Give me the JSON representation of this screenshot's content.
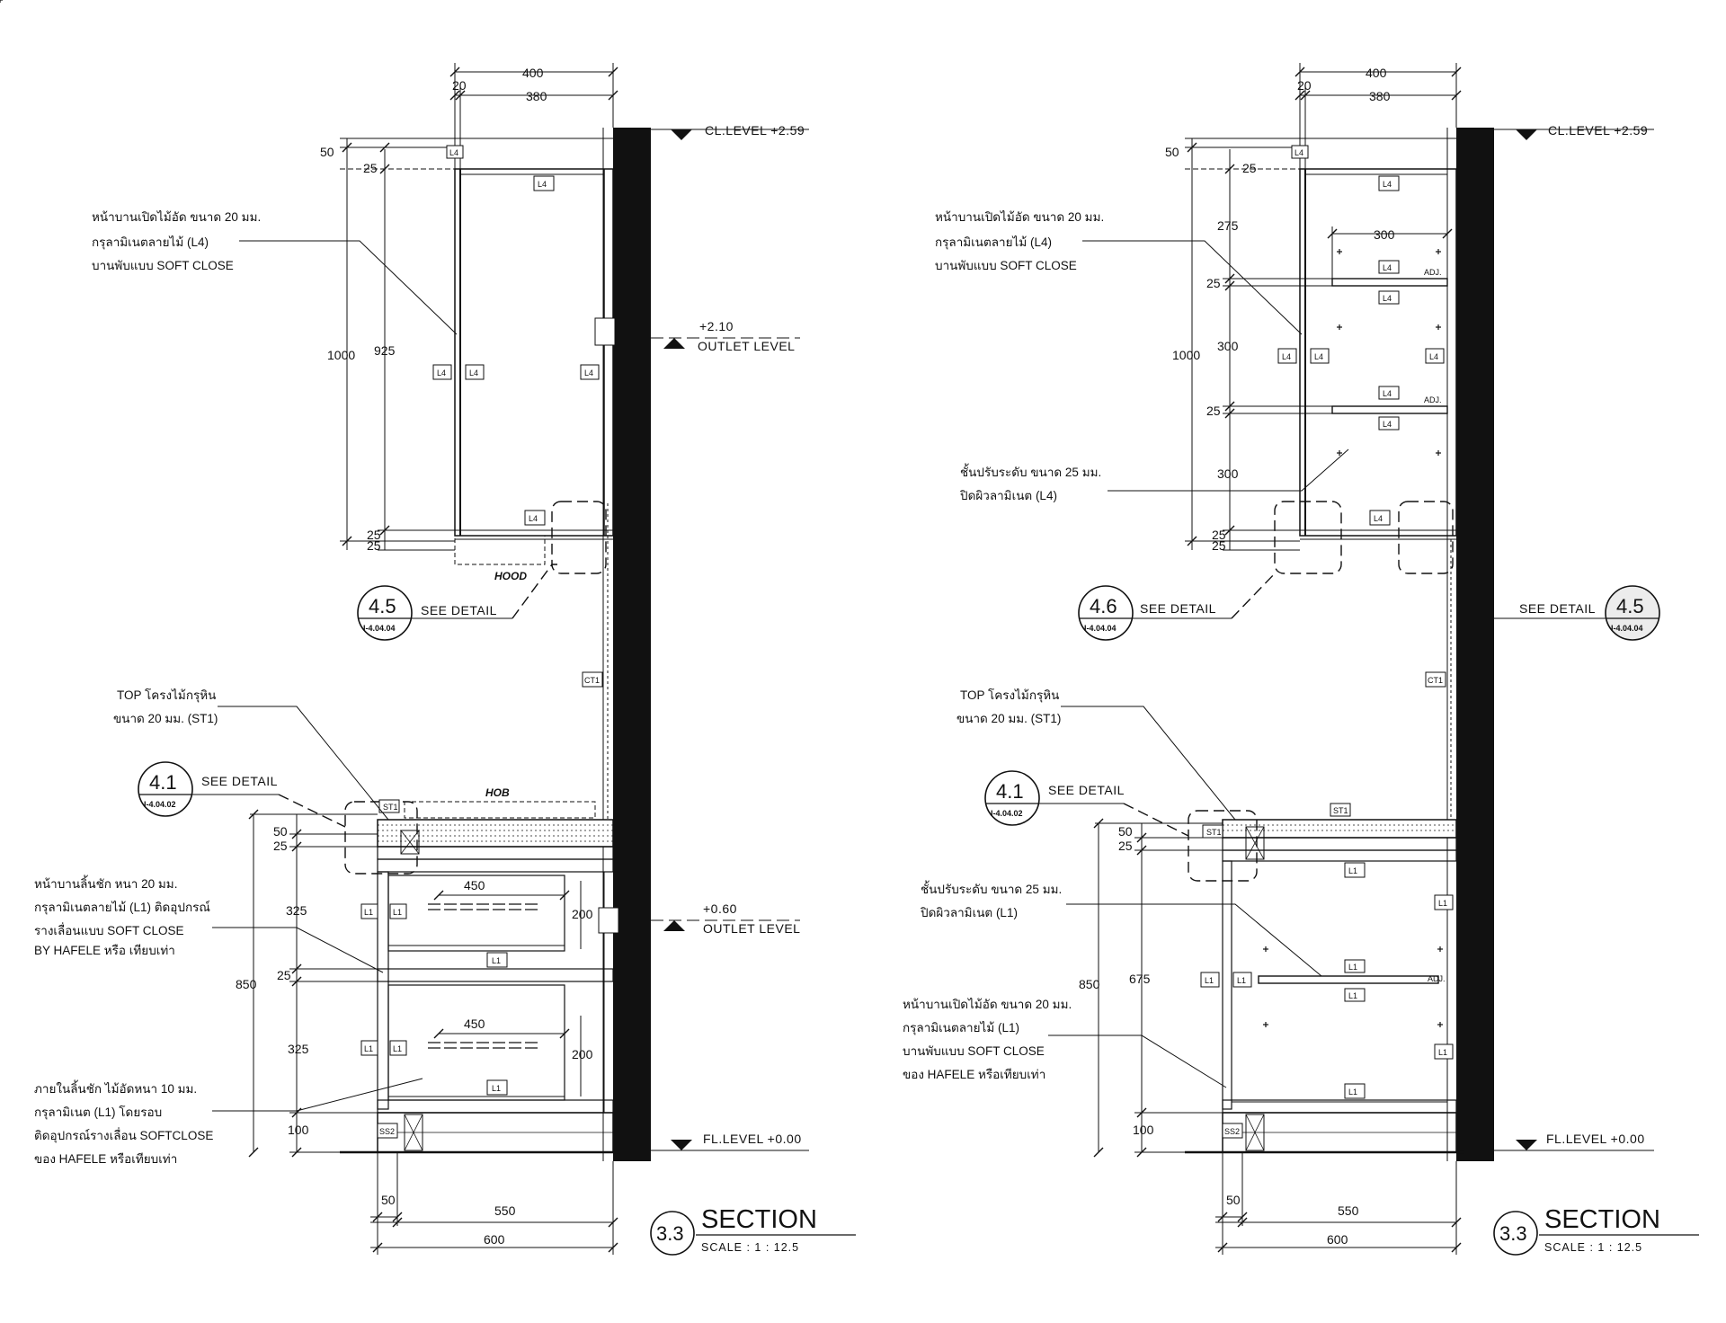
{
  "left": {
    "top_dims": [
      "400",
      "20",
      "380"
    ],
    "dims_upper": {
      "d50": "50",
      "d25a": "25",
      "d1000": "1000",
      "d925": "925",
      "d25b": "25",
      "d25c": "25"
    },
    "dims_lower": {
      "d50": "50",
      "d25": "25",
      "d325a": "325",
      "d850": "850",
      "d25m": "25",
      "d325b": "325",
      "d100": "100",
      "w450a": "450",
      "h200a": "200",
      "w450b": "450",
      "h200b": "200"
    },
    "bottom_dims": [
      "50",
      "550",
      "600"
    ],
    "levels": {
      "ceiling": "CL.LEVEL  +2.59",
      "outlet_upper_value": "+2.10",
      "outlet_upper_label": "OUTLET LEVEL",
      "outlet_lower_value": "+0.60",
      "outlet_lower_label": "OUTLET LEVEL",
      "floor": "FL.LEVEL  +0.00"
    },
    "notes": {
      "upper_door": [
        "หน้าบานเปิดไม้อัด ขนาด 20 มม.",
        "กรุลามิเนตลายไม้ (L4)",
        "บานพับแบบ SOFT CLOSE"
      ],
      "top": [
        "TOP โครงไม้กรุหิน",
        "ขนาด 20 มม. (ST1)"
      ],
      "drawer_front": [
        "หน้าบานลิ้นชัก หนา 20 มม.",
        "กรุลามิเนตลายไม้ (L1) ติดอุปกรณ์",
        "รางเลื่อนแบบ SOFT CLOSE",
        "BY HAFELE หรือ เทียบเท่า"
      ],
      "drawer_inner": [
        "ภายในลิ้นชัก ไม้อัดหนา 10 มม.",
        "กรุลามิเนต (L1) โดยรอบ",
        "ติดอุปกรณ์รางเลื่อน SOFTCLOSE",
        "ของ HAFELE  หรือเทียบเท่า"
      ]
    },
    "callouts": [
      {
        "num": "4.5",
        "ref": "I-4.04.04",
        "label": "SEE  DETAIL"
      },
      {
        "num": "4.1",
        "ref": "I-4.04.02",
        "label": "SEE  DETAIL"
      }
    ],
    "hood": "HOOD",
    "hob": "HOB",
    "tags": {
      "L4": "L4",
      "L1": "L1",
      "ST1": "ST1",
      "CT1": "CT1",
      "SS2": "SS2"
    },
    "title": {
      "num": "3.3",
      "name": "SECTION",
      "scale": "SCALE  :  1  :  12.5"
    }
  },
  "right": {
    "top_dims": [
      "400",
      "20",
      "380"
    ],
    "dims_upper": {
      "d50": "50",
      "d25a": "25",
      "d275": "275",
      "d300w": "300",
      "d25b": "25",
      "d1000": "1000",
      "d300a": "300",
      "d25c": "25",
      "d300b": "300",
      "d25d": "25",
      "d25e": "25"
    },
    "dims_lower": {
      "d50": "50",
      "d25": "25",
      "d850": "850",
      "d675": "675",
      "d100": "100"
    },
    "bottom_dims": [
      "50",
      "550",
      "600"
    ],
    "levels": {
      "ceiling": "CL.LEVEL  +2.59",
      "floor": "FL.LEVEL  +0.00"
    },
    "adj": "ADJ.",
    "notes": {
      "upper_door": [
        "หน้าบานเปิดไม้อัด ขนาด 20 มม.",
        "กรุลามิเนตลายไม้ (L4)",
        "บานพับแบบ SOFT CLOSE"
      ],
      "upper_shelf": [
        "ชั้นปรับระดับ ขนาด 25 มม.",
        "ปิดผิวลามิเนต (L4)"
      ],
      "top": [
        "TOP โครงไม้กรุหิน",
        "ขนาด 20 มม. (ST1)"
      ],
      "lower_shelf": [
        "ชั้นปรับระดับ ขนาด 25 มม.",
        "ปิดผิวลามิเนต (L1)"
      ],
      "lower_door": [
        "หน้าบานเปิดไม้อัด ขนาด 20 มม.",
        "กรุลามิเนตลายไม้ (L1)",
        "บานพับแบบ SOFT CLOSE",
        "ของ HAFELE  หรือเทียบเท่า"
      ]
    },
    "callouts": [
      {
        "num": "4.6",
        "ref": "I-4.04.04",
        "label": "SEE  DETAIL"
      },
      {
        "num": "4.5",
        "ref": "I-4.04.04",
        "label": "SEE  DETAIL"
      },
      {
        "num": "4.1",
        "ref": "I-4.04.02",
        "label": "SEE  DETAIL"
      }
    ],
    "tags": {
      "L4": "L4",
      "L1": "L1",
      "ST1": "ST1",
      "CT1": "CT1",
      "SS2": "SS2"
    },
    "title": {
      "num": "3.3",
      "name": "SECTION",
      "scale": "SCALE  :  1  :  12.5"
    }
  }
}
